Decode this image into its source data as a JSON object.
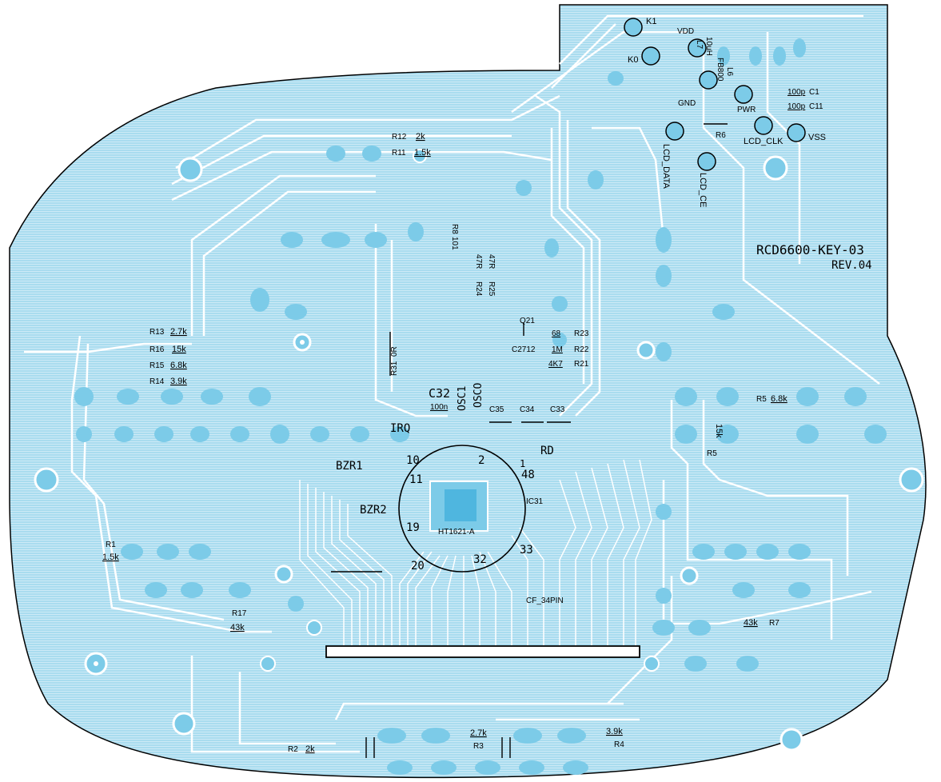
{
  "board": {
    "title": "RCD6600-KEY-03",
    "revision": "REV.04",
    "colors": {
      "copper": "#a9dcef",
      "pad": "#7ccbe8",
      "trace": "#ffffff",
      "ink": "#000000"
    }
  },
  "pads": {
    "k1": "K1",
    "k0": "K0",
    "vdd": "VDD",
    "gnd": "GND",
    "pwr": "PWR",
    "vss": "VSS",
    "lcd_clk": "LCD_CLK",
    "lcd_data": "LCD_DATA",
    "lcd_ce": "LCD_CE"
  },
  "components": {
    "l7": "L7",
    "l7_val": "10uH",
    "l6": "L6",
    "l6_val": "FB800",
    "c1": "C1",
    "c1_val": "100p",
    "c11": "C11",
    "c11_val": "100p",
    "r6": "R6",
    "r12": "R12",
    "r12_val": "2k",
    "r11": "R11",
    "r11_val": "1.5k",
    "r8": "R8",
    "r8_val": "101",
    "r24": "R24",
    "r24_val": "47R",
    "r25": "R25",
    "r25_val": "47R",
    "q21": "Q21",
    "r23": "R23",
    "r23_val": "68",
    "c2712": "C2712",
    "r22": "R22",
    "r22_val": "1M",
    "r21": "R21",
    "r21_val": "4K7",
    "r31": "R31",
    "r31_val": "0R",
    "r13": "R13",
    "r13_val": "2.7k",
    "r16": "R16",
    "r16_val": "15k",
    "r15": "R15",
    "r15_val": "6.8k",
    "r14": "R14",
    "r14_val": "3.9k",
    "c32": "C32",
    "c32_val": "100n",
    "osc1": "OSC1",
    "osco": "OSCO",
    "c35": "C35",
    "c34": "C34",
    "c33": "C33",
    "irq": "IRQ",
    "rd": "RD",
    "bzr1": "BZR1",
    "bzr2": "BZR2",
    "pin10": "10",
    "pin11": "11",
    "pin19": "19",
    "pin20": "20",
    "pin2": "2",
    "pin1": "1",
    "pin48": "48",
    "pin33": "33",
    "pin32": "32",
    "ic31": "IC31",
    "ic_part": "HT1621-A",
    "connector": "CF_34PIN",
    "r5": "R5",
    "r5_val": "6.8k",
    "r5b": "R5",
    "r5b_val": "15k",
    "r1": "R1",
    "r1_val": "1.5k",
    "r17": "R17",
    "r17_val": "43k",
    "r7": "R7",
    "r7_val": "43k",
    "r2": "R2",
    "r2_val": "2k",
    "r3": "R3",
    "r3_val": "2.7k",
    "r4": "R4",
    "r4_val": "3.9k"
  }
}
